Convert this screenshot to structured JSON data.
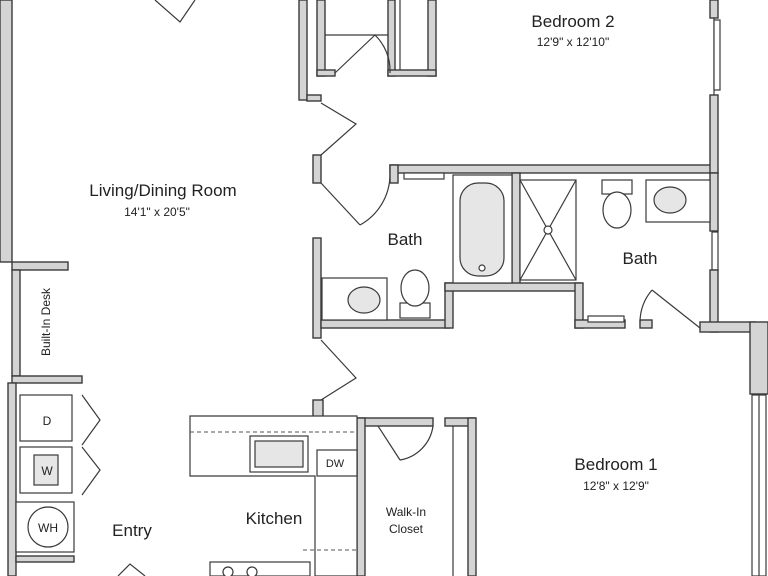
{
  "rooms": {
    "bedroom2": {
      "name": "Bedroom 2",
      "dims": "12'9\" x 12'10\""
    },
    "living": {
      "name": "Living/Dining Room",
      "dims": "14'1\" x 20'5\""
    },
    "bath_left": {
      "name": "Bath"
    },
    "bath_right": {
      "name": "Bath"
    },
    "bedroom1": {
      "name": "Bedroom 1",
      "dims": "12'8\" x 12'9\""
    },
    "entry": {
      "name": "Entry"
    },
    "kitchen": {
      "name": "Kitchen"
    },
    "walkin": {
      "line1": "Walk-In",
      "line2": "Closet"
    }
  },
  "labels": {
    "desk": "Built-In Desk",
    "dryer": "D",
    "washer": "W",
    "water_heater": "WH",
    "dishwasher": "DW"
  }
}
